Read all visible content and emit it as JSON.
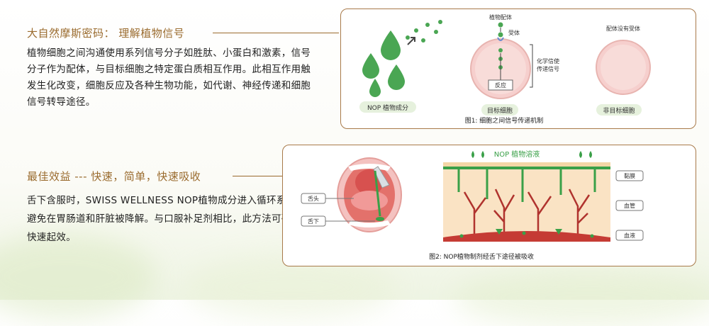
{
  "section1": {
    "title": "大自然摩斯密码： 理解植物信号",
    "body": "植物细胞之间沟通使用系列信号分子如胜肽、小蛋白和激素，信号分子作为配体，与目标细胞之特定蛋白质相互作用。此相互作用触发生化改变，细胞反应及各种生物功能，如代谢、神经传递和细胞信号转导途径。"
  },
  "section2": {
    "title": "最佳效益 --- 快速，简单，快速吸收",
    "body": "舌下含服时，SWISS WELLNESS NOP植物成分进入循环系统，避免在胃肠道和肝脏被降解。与口服补足剂相比，此方法可确保快速起效。"
  },
  "figure1": {
    "label_ligand": "植物配体",
    "label_receptor": "受体",
    "label_signal": "化学信使\n传递信号",
    "label_reaction": "反应",
    "label_no_receptor": "配体没有受体",
    "pill_nop": "NOP 植物成分",
    "pill_target": "目标细胞",
    "pill_nontarget": "非目标细胞",
    "caption": "图1: 细胞之间信号传递机制",
    "colors": {
      "green": "#4aa653",
      "pink": "#f6cfcd",
      "pill": "#e6f1dd"
    }
  },
  "figure2": {
    "solution_label": "NOP 植物溶液",
    "label_tongue": "舌头",
    "label_under_tongue": "舌下",
    "label_mucosa": "黏膜",
    "label_vessel": "血管",
    "label_blood": "血液",
    "caption": "图2: NOP植物制剂经舌下途径被吸收",
    "colors": {
      "tissue": "#fae3c4",
      "vessel": "#b0332e",
      "green": "#3aa048"
    }
  }
}
